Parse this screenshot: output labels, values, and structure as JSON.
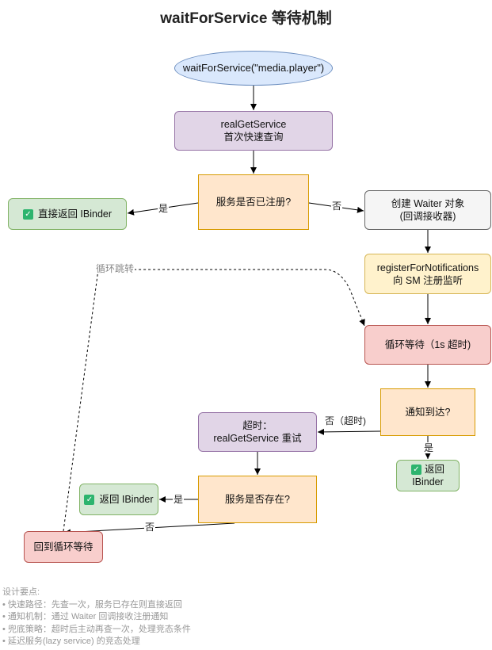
{
  "title": "waitForService 等待机制",
  "nodes": {
    "start": "waitForService(\"media.player\")",
    "real_get_l1": "realGetService",
    "real_get_l2": "首次快速查询",
    "registered_q": "服务是否已注册?",
    "direct_return": "直接返回 IBinder",
    "create_waiter_l1": "创建 Waiter 对象",
    "create_waiter_l2": "(回调接收器)",
    "register_l1": "registerForNotifications",
    "register_l2": "向 SM 注册监听",
    "loop_wait": "循环等待（1s 超时)",
    "notified_q": "通知到达?",
    "return_l1": "返回",
    "return_l2": "IBinder",
    "timeout_l1": "超时：",
    "timeout_l2": "realGetService 重试",
    "exists_q": "服务是否存在?",
    "return_binder": "返回 IBinder",
    "back_to_loop": "回到循环等待"
  },
  "edges": {
    "yes_1": "是",
    "no_1": "否",
    "loop_jump": "循环跳转",
    "no_timeout": "否（超时)",
    "yes_2": "是",
    "yes_3": "是",
    "no_3": "否"
  },
  "notes": {
    "heading": "设计要点:",
    "items": [
      "• 快速路径：先查一次，服务已存在则直接返回",
      "• 通知机制：通过 Waiter 回调接收注册通知",
      "• 兜底策略：超时后主动再查一次，处理竞态条件",
      "• 延迟服务(lazy service) 的竞态处理"
    ]
  },
  "colors": {
    "blue_fill": "#dae8fc",
    "blue_stroke": "#6c8ebf",
    "purple_fill": "#e1d5e7",
    "purple_stroke": "#9673a6",
    "orange_fill": "#ffe6cc",
    "orange_stroke": "#d79b00",
    "green_fill": "#d5e8d4",
    "green_stroke": "#82b366",
    "grey_fill": "#f5f5f5",
    "grey_stroke": "#666666",
    "yellow_fill": "#fff2cc",
    "yellow_stroke": "#d6b656",
    "red_fill": "#f8cecc",
    "red_stroke": "#b85450",
    "check_icon": "#2db46e"
  }
}
